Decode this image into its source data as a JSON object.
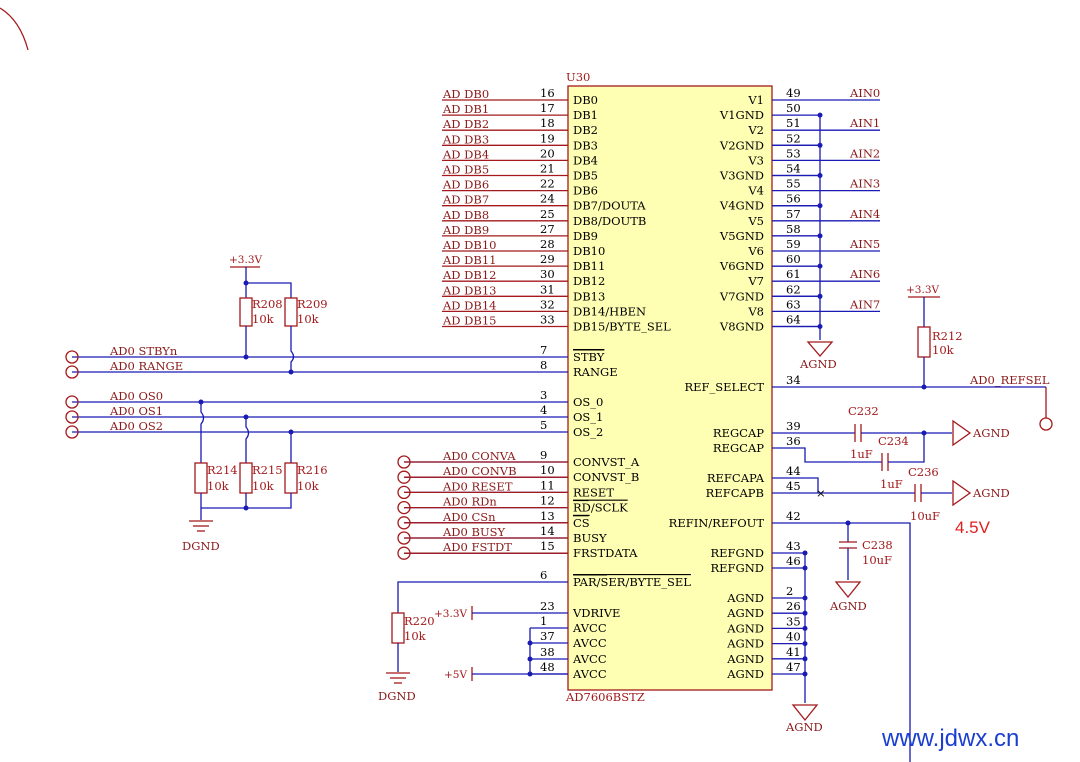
{
  "ic": {
    "designator": "U30",
    "part": "AD7606BSTZ",
    "body_color": "#ffffb4",
    "left_pins": [
      {
        "num": "16",
        "name": "DB0",
        "net": "AD_DB0"
      },
      {
        "num": "17",
        "name": "DB1",
        "net": "AD_DB1"
      },
      {
        "num": "18",
        "name": "DB2",
        "net": "AD_DB2"
      },
      {
        "num": "19",
        "name": "DB3",
        "net": "AD_DB3"
      },
      {
        "num": "20",
        "name": "DB4",
        "net": "AD_DB4"
      },
      {
        "num": "21",
        "name": "DB5",
        "net": "AD_DB5"
      },
      {
        "num": "22",
        "name": "DB6",
        "net": "AD_DB6"
      },
      {
        "num": "24",
        "name": "DB7/DOUTA",
        "net": "AD_DB7"
      },
      {
        "num": "25",
        "name": "DB8/DOUTB",
        "net": "AD_DB8"
      },
      {
        "num": "27",
        "name": "DB9",
        "net": "AD_DB9"
      },
      {
        "num": "28",
        "name": "DB10",
        "net": "AD_DB10"
      },
      {
        "num": "29",
        "name": "DB11",
        "net": "AD_DB11"
      },
      {
        "num": "30",
        "name": "DB12",
        "net": "AD_DB12"
      },
      {
        "num": "31",
        "name": "DB13",
        "net": "AD_DB13"
      },
      {
        "num": "32",
        "name": "DB14/HBEN",
        "net": "AD_DB14"
      },
      {
        "num": "33",
        "name": "DB15/BYTE_SEL",
        "net": "AD_DB15"
      },
      {
        "num": "7",
        "name": "STBY",
        "net": "AD0_STBYn",
        "bar": true
      },
      {
        "num": "8",
        "name": "RANGE",
        "net": "AD0_RANGE"
      },
      {
        "num": "3",
        "name": "OS_0",
        "net": "AD0_OS0"
      },
      {
        "num": "4",
        "name": "OS_1",
        "net": "AD0_OS1"
      },
      {
        "num": "5",
        "name": "OS_2",
        "net": "AD0_OS2"
      },
      {
        "num": "9",
        "name": "CONVST_A",
        "net": "AD0_CONVA"
      },
      {
        "num": "10",
        "name": "CONVST_B",
        "net": "AD0_CONVB"
      },
      {
        "num": "11",
        "name": "RESET",
        "net": "AD0_RESET"
      },
      {
        "num": "12",
        "name": "RD/SCLK",
        "net": "AD0_RDn",
        "bar": true
      },
      {
        "num": "13",
        "name": "CS",
        "net": "AD0_CSn",
        "bar": true
      },
      {
        "num": "14",
        "name": "BUSY",
        "net": "AD0_BUSY"
      },
      {
        "num": "15",
        "name": "FRSTDATA",
        "net": "AD0_FSTDT"
      },
      {
        "num": "6",
        "name": "PAR/SER/BYTE_SEL",
        "net": "",
        "bar": true
      },
      {
        "num": "23",
        "name": "VDRIVE",
        "net": ""
      },
      {
        "num": "1",
        "name": "AVCC",
        "net": ""
      },
      {
        "num": "37",
        "name": "AVCC",
        "net": ""
      },
      {
        "num": "38",
        "name": "AVCC",
        "net": ""
      },
      {
        "num": "48",
        "name": "AVCC",
        "net": ""
      }
    ],
    "right_pins": [
      {
        "num": "49",
        "name": "V1",
        "net": "AIN0"
      },
      {
        "num": "50",
        "name": "V1GND",
        "net": ""
      },
      {
        "num": "51",
        "name": "V2",
        "net": "AIN1"
      },
      {
        "num": "52",
        "name": "V2GND",
        "net": ""
      },
      {
        "num": "53",
        "name": "V3",
        "net": "AIN2"
      },
      {
        "num": "54",
        "name": "V3GND",
        "net": ""
      },
      {
        "num": "55",
        "name": "V4",
        "net": "AIN3"
      },
      {
        "num": "56",
        "name": "V4GND",
        "net": ""
      },
      {
        "num": "57",
        "name": "V5",
        "net": "AIN4"
      },
      {
        "num": "58",
        "name": "V5GND",
        "net": ""
      },
      {
        "num": "59",
        "name": "V6",
        "net": "AIN5"
      },
      {
        "num": "60",
        "name": "V6GND",
        "net": ""
      },
      {
        "num": "61",
        "name": "V7",
        "net": "AIN6"
      },
      {
        "num": "62",
        "name": "V7GND",
        "net": ""
      },
      {
        "num": "63",
        "name": "V8",
        "net": "AIN7"
      },
      {
        "num": "64",
        "name": "V8GND",
        "net": ""
      },
      {
        "num": "34",
        "name": "REF_SELECT",
        "net": "AD0_REFSEL"
      },
      {
        "num": "39",
        "name": "REGCAP",
        "net": ""
      },
      {
        "num": "36",
        "name": "REGCAP",
        "net": ""
      },
      {
        "num": "44",
        "name": "REFCAPA",
        "net": ""
      },
      {
        "num": "45",
        "name": "REFCAPB",
        "net": ""
      },
      {
        "num": "42",
        "name": "REFIN/REFOUT",
        "net": ""
      },
      {
        "num": "43",
        "name": "REFGND",
        "net": ""
      },
      {
        "num": "46",
        "name": "REFGND",
        "net": ""
      },
      {
        "num": "2",
        "name": "AGND",
        "net": ""
      },
      {
        "num": "26",
        "name": "AGND",
        "net": ""
      },
      {
        "num": "35",
        "name": "AGND",
        "net": ""
      },
      {
        "num": "40",
        "name": "AGND",
        "net": ""
      },
      {
        "num": "41",
        "name": "AGND",
        "net": ""
      },
      {
        "num": "47",
        "name": "AGND",
        "net": ""
      }
    ]
  },
  "resistors": [
    {
      "ref": "R208",
      "value": "10k"
    },
    {
      "ref": "R209",
      "value": "10k"
    },
    {
      "ref": "R212",
      "value": "10k"
    },
    {
      "ref": "R214",
      "value": "10k"
    },
    {
      "ref": "R215",
      "value": "10k"
    },
    {
      "ref": "R216",
      "value": "10k"
    },
    {
      "ref": "R220",
      "value": "10k"
    }
  ],
  "capacitors": [
    {
      "ref": "C232",
      "value": "1uF"
    },
    {
      "ref": "C234",
      "value": "1uF"
    },
    {
      "ref": "C236",
      "value": "10uF"
    },
    {
      "ref": "C238",
      "value": "10uF"
    }
  ],
  "power": {
    "p33_a": "+3.3V",
    "p33_b": "+3.3V",
    "p33_c": "+3.3V",
    "p5": "+5V",
    "dgnd_a": "DGND",
    "dgnd_b": "DGND",
    "agnd_a": "AGND",
    "agnd_b": "AGND",
    "agnd_c": "AGND",
    "agnd_d": "AGND",
    "agnd_e": "AGND"
  },
  "annotation": {
    "text": "4.5V",
    "color": "#e02020"
  },
  "watermark": {
    "text": "www.jdwx.cn",
    "color": "#1a3fd0"
  }
}
